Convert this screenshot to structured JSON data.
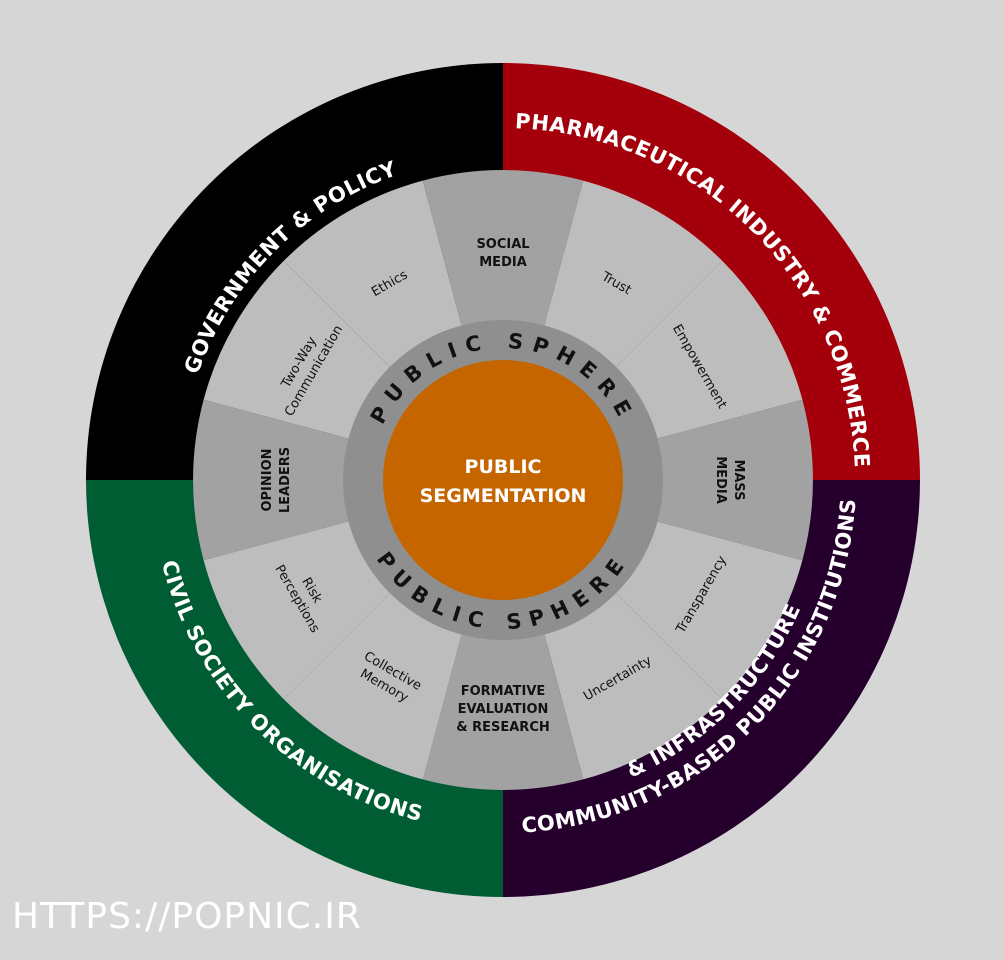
{
  "quadrants": [
    {
      "id": "gov",
      "label": "GOVERNMENT & POLICY",
      "color": "#000000"
    },
    {
      "id": "pharma",
      "label": "PHARMACEUTICAL INDUSTRY & COMMERCE",
      "color": "#a3000b"
    },
    {
      "id": "community",
      "line1": "COMMUNITY-BASED PUBLIC INSTITUTIONS",
      "line2": "& INFRASTRUCTURE",
      "color": "#25002c"
    },
    {
      "id": "civil",
      "label": "CIVIL SOCIETY ORGANISATIONS",
      "color": "#005c32"
    }
  ],
  "segments": [
    {
      "lines": [
        "SOCIAL",
        "MEDIA"
      ],
      "bold": true
    },
    {
      "lines": [
        "Trust"
      ],
      "bold": false
    },
    {
      "lines": [
        "Empowerment"
      ],
      "bold": false
    },
    {
      "lines": [
        "MASS",
        "MEDIA"
      ],
      "bold": true
    },
    {
      "lines": [
        "Transparency"
      ],
      "bold": false
    },
    {
      "lines": [
        "Uncertainty"
      ],
      "bold": false
    },
    {
      "lines": [
        "FORMATIVE",
        "EVALUATION",
        "& RESEARCH"
      ],
      "bold": true
    },
    {
      "lines": [
        "Collective",
        "Memory"
      ],
      "bold": false
    },
    {
      "lines": [
        "Risk",
        "Perceptions"
      ],
      "bold": false
    },
    {
      "lines": [
        "OPINION",
        "LEADERS"
      ],
      "bold": true
    },
    {
      "lines": [
        "Two-Way",
        "Communication"
      ],
      "bold": false
    },
    {
      "lines": [
        "Ethics"
      ],
      "bold": false
    }
  ],
  "colors": {
    "background": "#d6d6d6",
    "segment_light": "#bdbdbd",
    "segment_dark": "#a2a2a2",
    "ring": "#8f8f8f",
    "center": "#c46500"
  },
  "sphere": {
    "top": "PUBLIC SPHERE",
    "bottom": "PUBLIC SPHERE"
  },
  "center": {
    "line1": "PUBLIC",
    "line2": "SEGMENTATION"
  },
  "watermark": "HTTPS://POPNIC.IR"
}
